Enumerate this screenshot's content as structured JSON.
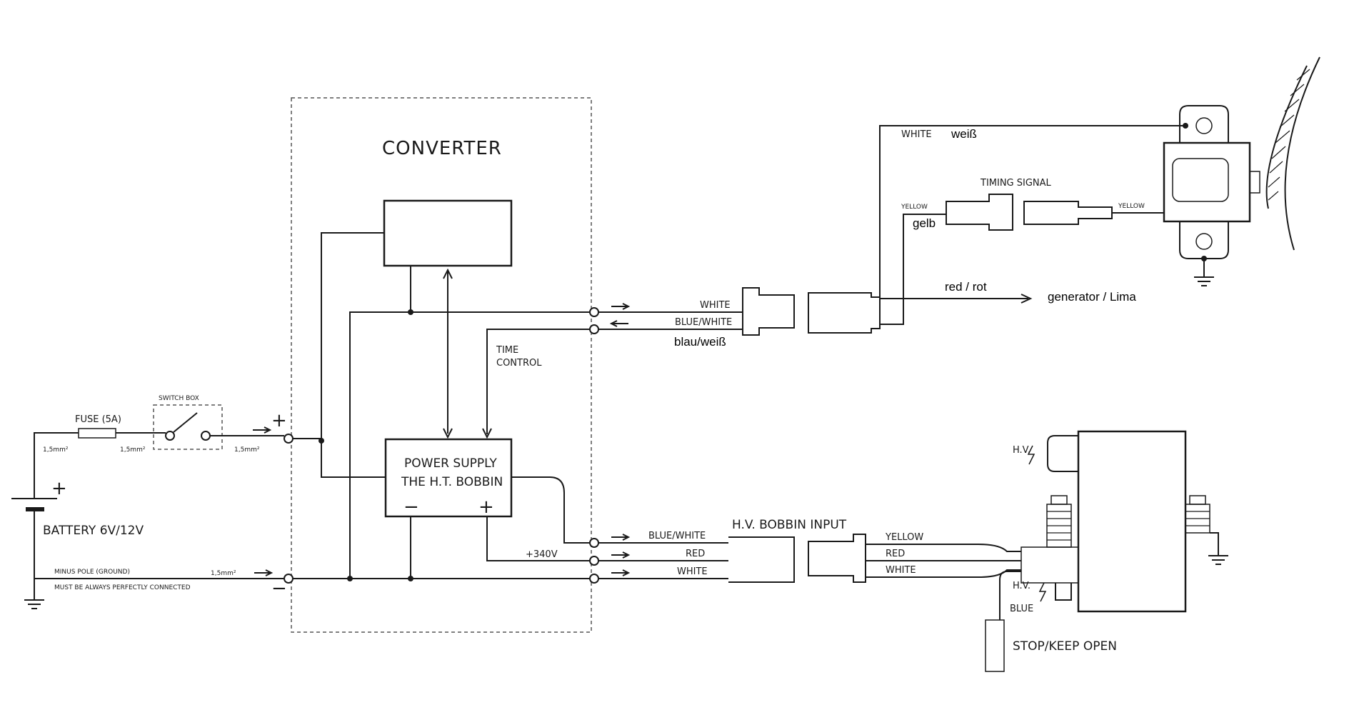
{
  "labels": {
    "converter": "CONVERTER",
    "switch_box": "SWITCH BOX",
    "fuse": "FUSE (5A)",
    "wire_size_1": "1,5mm²",
    "wire_size_2": "1,5mm²",
    "wire_size_3": "1,5mm²",
    "wire_size_4": "1,5mm²",
    "battery": "BATTERY 6V/12V",
    "minus_pole": "MINUS POLE (GROUND)",
    "must_connected": "MUST BE ALWAYS PERFECTLY CONNECTED",
    "power_supply_1": "POWER SUPPLY",
    "power_supply_2": "THE H.T. BOBBIN",
    "time_control_1": "TIME",
    "time_control_2": "CONTROL",
    "plus340": "+340V",
    "white": "WHITE",
    "blue_white": "BLUE/WHITE",
    "blau_weiss": "blau/weiß",
    "white_weiss_en": "WHITE",
    "white_weiss_de": "weiß",
    "timing_signal": "TIMING SIGNAL",
    "yellow_left": "YELLOW",
    "gelb": "gelb",
    "yellow_right": "YELLOW",
    "red_rot": "red / rot",
    "generator_lima": "generator / Lima",
    "hv_bobbin_input": "H.V. BOBBIN INPUT",
    "bobbin_blue_white": "BLUE/WHITE",
    "bobbin_red": "RED",
    "bobbin_white": "WHITE",
    "coil_yellow": "YELLOW",
    "coil_red": "RED",
    "coil_white": "WHITE",
    "hv_top": "H.V.",
    "hv_bottom": "H.V.",
    "blue": "BLUE",
    "stop_keep_open": "STOP/KEEP OPEN",
    "plus": "+",
    "minus": "−"
  }
}
